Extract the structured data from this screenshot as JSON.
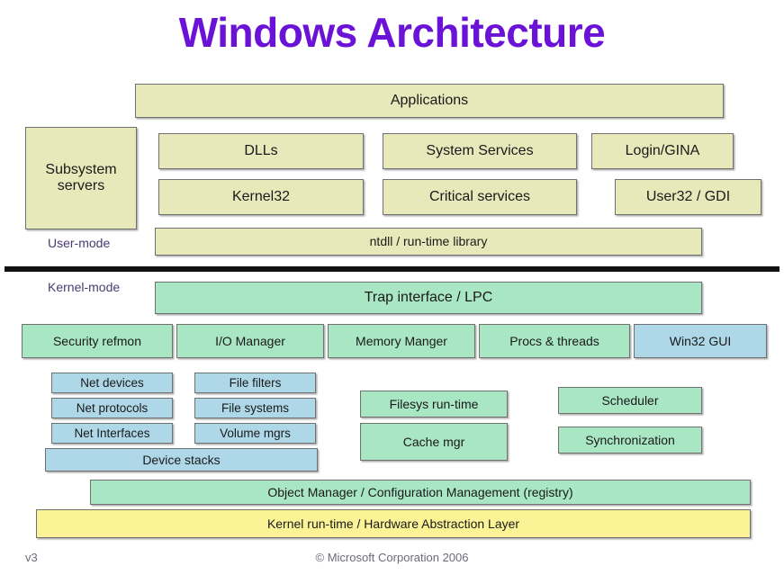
{
  "title": "Windows Architecture",
  "colors": {
    "title": "#6a13d6",
    "khaki": "#e8e9bb",
    "green": "#a8e6c4",
    "blue": "#aed8e8",
    "yellow": "#fbf396",
    "divider": "#111111",
    "mode_label": "#4a3a72",
    "footer": "#6b6b7a"
  },
  "mode_labels": {
    "user": "User-mode",
    "kernel": "Kernel-mode"
  },
  "user_mode": {
    "applications": "Applications",
    "subsystem_servers": "Subsystem\nservers",
    "subsystem_servers_line1": "Subsystem",
    "subsystem_servers_line2": "servers",
    "dlls": "DLLs",
    "system_services": "System Services",
    "login_gina": "Login/GINA",
    "kernel32": "Kernel32",
    "critical_services": "Critical services",
    "user32_gdi": "User32 / GDI",
    "ntdll": "ntdll / run-time library"
  },
  "kernel_mode": {
    "trap_interface": "Trap interface / LPC",
    "executive": [
      {
        "label": "Security refmon",
        "color": "green"
      },
      {
        "label": "I/O Manager",
        "color": "green"
      },
      {
        "label": "Memory Manger",
        "color": "green"
      },
      {
        "label": "Procs & threads",
        "color": "green"
      },
      {
        "label": "Win32 GUI",
        "color": "blue"
      }
    ],
    "net_column": [
      {
        "label": "Net devices",
        "color": "blue"
      },
      {
        "label": "Net protocols",
        "color": "blue"
      },
      {
        "label": "Net Interfaces",
        "color": "blue"
      }
    ],
    "file_column": [
      {
        "label": "File filters",
        "color": "blue"
      },
      {
        "label": "File systems",
        "color": "blue"
      },
      {
        "label": "Volume mgrs",
        "color": "blue"
      }
    ],
    "device_stacks": "Device stacks",
    "memory_column": [
      {
        "label": "Filesys run-time",
        "color": "green"
      },
      {
        "label": "Cache mgr",
        "color": "green"
      }
    ],
    "procs_column": [
      {
        "label": "Scheduler",
        "color": "green"
      },
      {
        "label": "Synchronization",
        "color": "green"
      }
    ],
    "object_manager": "Object Manager / Configuration Management (registry)",
    "hal": "Kernel run-time / Hardware Abstraction Layer"
  },
  "footer": {
    "version": "v3",
    "copyright": "© Microsoft Corporation 2006"
  }
}
